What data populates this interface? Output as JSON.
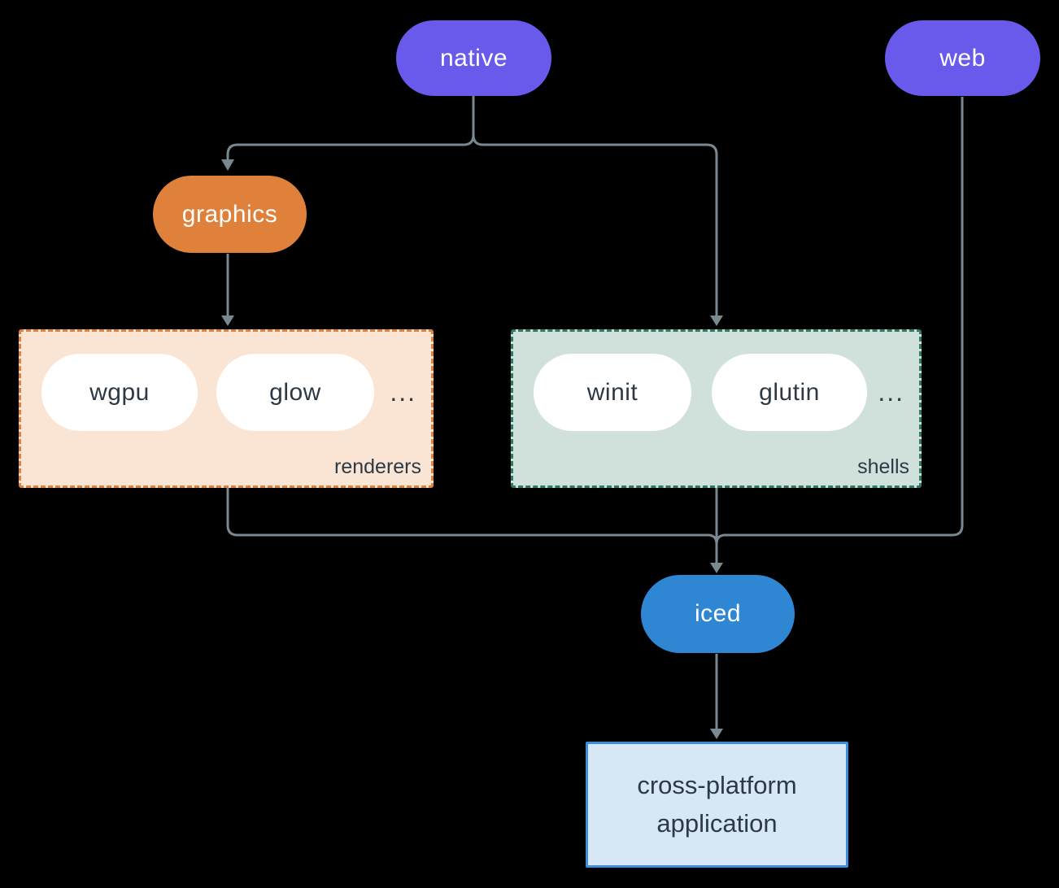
{
  "diagram": {
    "nodes": {
      "native": "native",
      "web": "web",
      "graphics": "graphics",
      "wgpu": "wgpu",
      "glow": "glow",
      "winit": "winit",
      "glutin": "glutin",
      "iced": "iced",
      "application": "cross-platform application"
    },
    "groups": {
      "renderers": {
        "label": "renderers",
        "more": "..."
      },
      "shells": {
        "label": "shells",
        "more": "..."
      }
    },
    "edges": [
      {
        "from": "native",
        "to": "graphics"
      },
      {
        "from": "native",
        "to": "shells"
      },
      {
        "from": "graphics",
        "to": "renderers"
      },
      {
        "from": "renderers",
        "to": "iced"
      },
      {
        "from": "shells",
        "to": "iced"
      },
      {
        "from": "web",
        "to": "iced"
      },
      {
        "from": "iced",
        "to": "application"
      }
    ],
    "colors": {
      "background": "#000000",
      "node_purple": "#695AEB",
      "node_orange": "#E0813B",
      "node_blue": "#2F86D3",
      "node_white": "#FFFFFF",
      "renderers_fill": "#FAE4D3",
      "renderers_border": "#E0823C",
      "shells_fill": "#D0E0DA",
      "shells_border": "#2D7A6B",
      "application_fill": "#D6E7F6",
      "application_border": "#3C8EDD",
      "edge_line": "#7A8892",
      "text_dark": "#2D3A45",
      "text_light": "#FFFFFF"
    }
  }
}
